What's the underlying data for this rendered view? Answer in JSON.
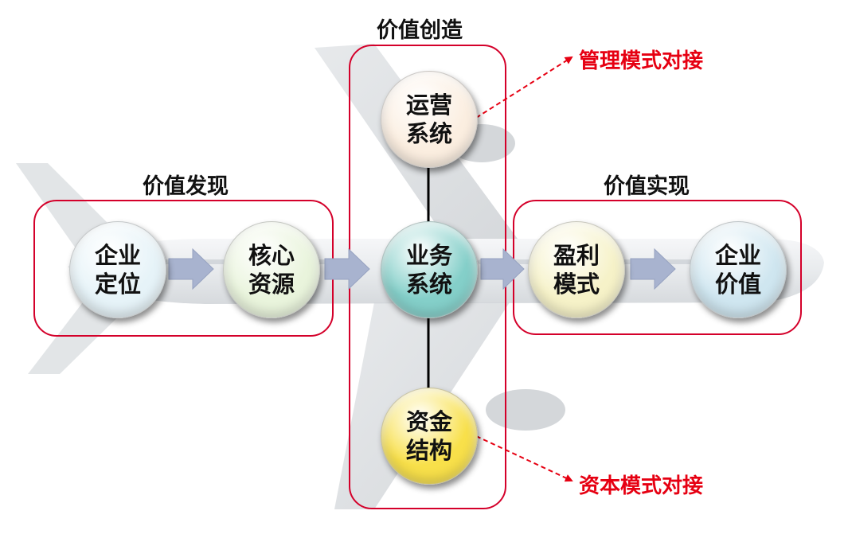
{
  "groups": {
    "discover": {
      "title": "价值发现"
    },
    "create": {
      "title": "价值创造"
    },
    "realize": {
      "title": "价值实现"
    }
  },
  "nodes": {
    "enterprise_position": {
      "line1": "企业",
      "line2": "定位",
      "color": "#e6f3f8"
    },
    "core_resources": {
      "line1": "核心",
      "line2": "资源",
      "color": "#e9f4dc"
    },
    "operation_system": {
      "line1": "运营",
      "line2": "系统",
      "color": "#fbeee0"
    },
    "business_system": {
      "line1": "业务",
      "line2": "系统",
      "color": "#84cfc9"
    },
    "capital_structure": {
      "line1": "资金",
      "line2": "结构",
      "color": "#f8e04a"
    },
    "profit_model": {
      "line1": "盈利",
      "line2": "模式",
      "color": "#f6f2c8"
    },
    "enterprise_value": {
      "line1": "企业",
      "line2": "价值",
      "color": "#cfe6f0"
    }
  },
  "annotations": {
    "management_docking": "管理模式对接",
    "capital_docking": "资本模式对接"
  },
  "colors": {
    "group_border": "#d4002a",
    "annotation": "#e60012",
    "arrow": "#a8b3cf",
    "connector": "#000000"
  }
}
